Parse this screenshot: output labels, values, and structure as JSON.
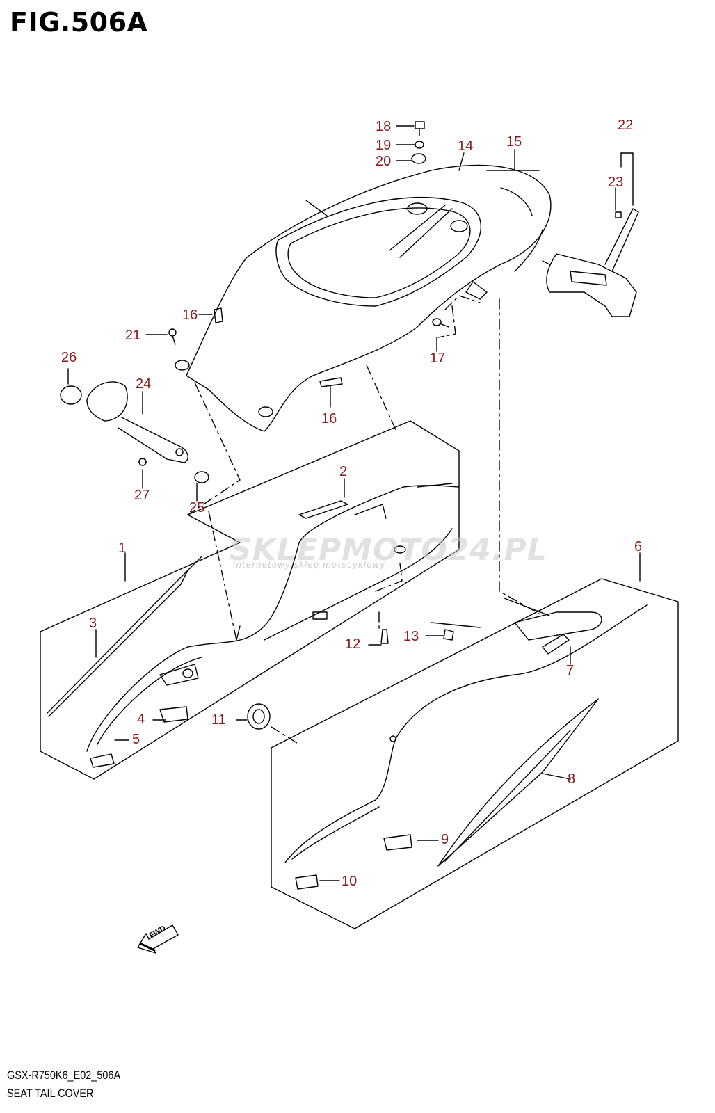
{
  "figure": {
    "title": "FIG.506A",
    "model_code": "GSX-R750K6_E02_506A",
    "name": "SEAT TAIL COVER"
  },
  "watermark": {
    "main": "SKLEPMOTO24.PL",
    "sub": "internetowy sklep motocyklowy"
  },
  "fwd_label": "FWD",
  "callouts": [
    "1",
    "2",
    "3",
    "4",
    "5",
    "6",
    "7",
    "8",
    "9",
    "10",
    "11",
    "12",
    "13",
    "14",
    "15",
    "16",
    "16",
    "17",
    "18",
    "19",
    "20",
    "21",
    "22",
    "23",
    "24",
    "25",
    "26",
    "27"
  ],
  "colors": {
    "callout": "#8b1a1a",
    "line": "#000000"
  }
}
